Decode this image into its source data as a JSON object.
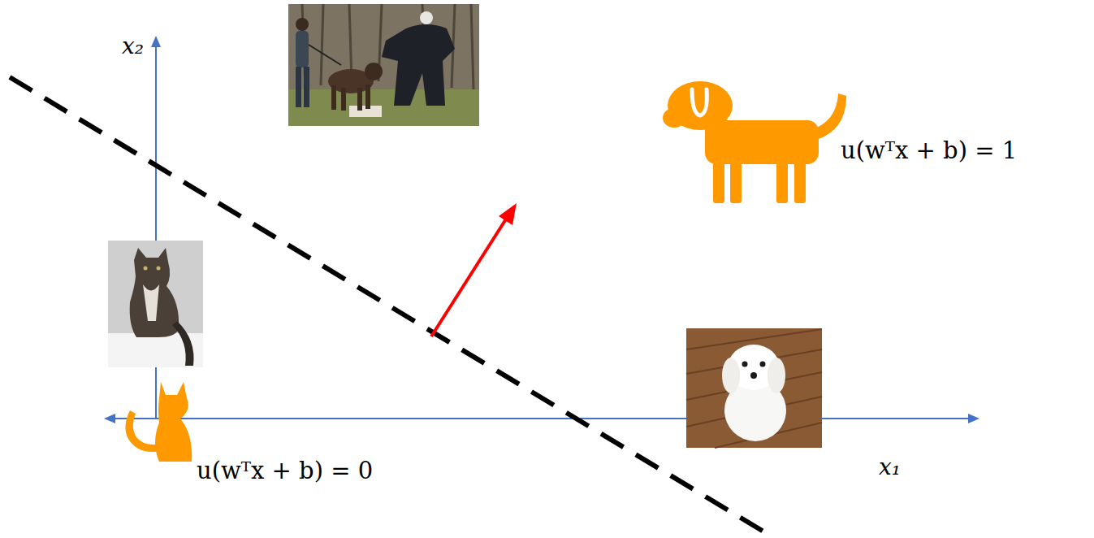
{
  "diagram": {
    "labels": [
      "x₂",
      "u(wᵀx + b) = 1",
      "x₁",
      "u(wᵀx + b) = 0"
    ]
  }
}
